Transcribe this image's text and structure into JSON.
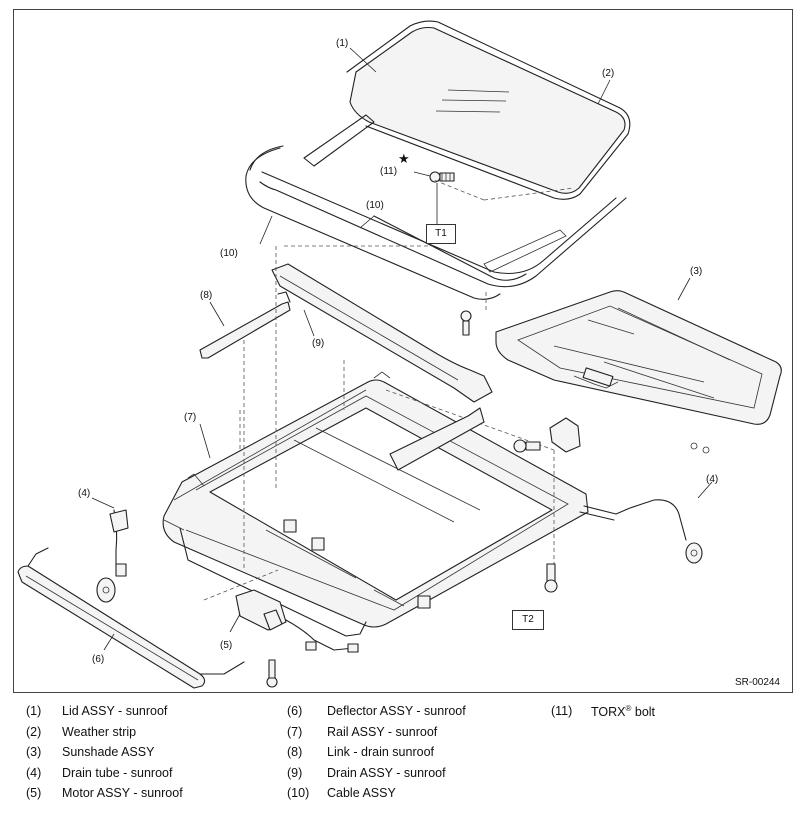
{
  "diagram": {
    "code": "SR-00244",
    "callouts": {
      "c1": "(1)",
      "c2": "(2)",
      "c3": "(3)",
      "c4": "(4)",
      "c5": "(5)",
      "c6": "(6)",
      "c7": "(7)",
      "c8": "(8)",
      "c9": "(9)",
      "c10a": "(10)",
      "c10b": "(10)",
      "c11": "(11)"
    },
    "star": "★",
    "tools": {
      "t1": "T1",
      "t2": "T2"
    }
  },
  "legend": {
    "col1": [
      {
        "num": "(1)",
        "name": "Lid ASSY - sunroof"
      },
      {
        "num": "(2)",
        "name": "Weather strip"
      },
      {
        "num": "(3)",
        "name": "Sunshade ASSY"
      },
      {
        "num": "(4)",
        "name": "Drain tube - sunroof"
      },
      {
        "num": "(5)",
        "name": "Motor ASSY - sunroof"
      }
    ],
    "col2": [
      {
        "num": "(6)",
        "name": "Deflector ASSY - sunroof"
      },
      {
        "num": "(7)",
        "name": "Rail ASSY - sunroof"
      },
      {
        "num": "(8)",
        "name": "Link - drain sunroof"
      },
      {
        "num": "(9)",
        "name": "Drain ASSY - sunroof"
      },
      {
        "num": "(10)",
        "name": "Cable ASSY"
      }
    ],
    "col3": [
      {
        "num": "(11)",
        "name_pre": "TORX",
        "name_sup": "®",
        "name_post": " bolt"
      }
    ]
  }
}
